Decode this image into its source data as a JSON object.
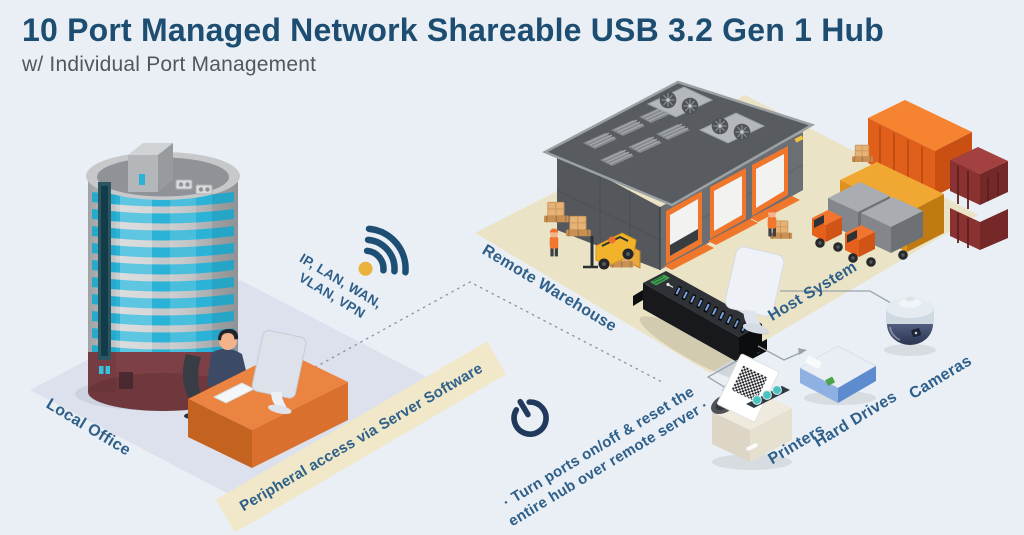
{
  "header": {
    "title": "10 Port Managed Network Shareable USB 3.2 Gen 1 Hub",
    "subtitle": "w/ Individual Port Management"
  },
  "scene": {
    "local_office_label": "Local Office",
    "network_label_line1": "IP, LAN, WAN,",
    "network_label_line2": "VLAN, VPN",
    "remote_warehouse_label": "Remote Warehouse",
    "host_system_label": "Host System",
    "printers_label": "Printers",
    "hard_drives_label": "Hard Drives",
    "cameras_label": "Cameras",
    "band_text": "Peripheral access via Server Software",
    "power_note_line1": "· Turn ports on/off & reset the",
    "power_note_line2": "entire hub over remote server ·"
  },
  "icons": {
    "wifi": "wifi-icon",
    "power": "power-icon"
  },
  "colors": {
    "background": "#e9eff4",
    "title_navy": "#1d4d71",
    "subtitle_gray": "#51575d",
    "label_blue": "#2e5f8a",
    "band_beige": "#f1e8ca",
    "warehouse_floor_beige": "#ebe3c5",
    "office_floor_gray": "#dce1ed",
    "desk_orange": "#ea8440",
    "hub_black": "#17191c",
    "usb_port_blue": "#7aa5e4",
    "wifi_navy": "#1d4e74",
    "wifi_gold": "#e9b23d",
    "window_cyan": "#2ab3d7",
    "door_orange": "#f0762b"
  }
}
